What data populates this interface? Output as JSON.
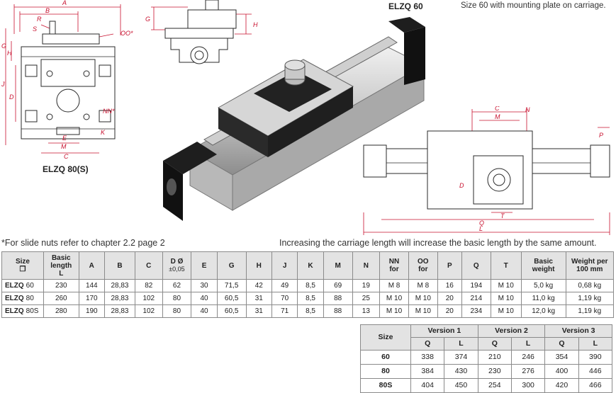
{
  "labels": {
    "elzq60": "ELZQ 60",
    "caption60": "Size 60 with mounting plate on carriage.",
    "elzq80": "ELZQ 80(S)",
    "slide_note": "*For slide nuts refer to chapter 2.2 page 2",
    "carriage_note": "Increasing the carriage length will increase the basic length by the same amount."
  },
  "dims": {
    "A": "A",
    "B": "B",
    "C": "C",
    "D": "D",
    "E": "E",
    "G": "G",
    "H": "H",
    "J": "J",
    "K": "K",
    "L": "L",
    "M": "M",
    "N": "N",
    "NN": "NN*",
    "OO": "OO*",
    "P": "P",
    "Q": "Q",
    "R": "R",
    "S": "S",
    "T": "T"
  },
  "specs": {
    "headers": [
      {
        "l1": "Size",
        "l2": "❐",
        "l3": ""
      },
      {
        "l1": "Basic",
        "l2": "length",
        "l3": "L"
      },
      {
        "l1": "A",
        "l2": "",
        "l3": ""
      },
      {
        "l1": "B",
        "l2": "",
        "l3": ""
      },
      {
        "l1": "C",
        "l2": "",
        "l3": ""
      },
      {
        "l1": "D Ø",
        "l2": "±0,05",
        "l3": ""
      },
      {
        "l1": "E",
        "l2": "",
        "l3": ""
      },
      {
        "l1": "G",
        "l2": "",
        "l3": ""
      },
      {
        "l1": "H",
        "l2": "",
        "l3": ""
      },
      {
        "l1": "J",
        "l2": "",
        "l3": ""
      },
      {
        "l1": "K",
        "l2": "",
        "l3": ""
      },
      {
        "l1": "M",
        "l2": "",
        "l3": ""
      },
      {
        "l1": "N",
        "l2": "",
        "l3": ""
      },
      {
        "l1": "NN",
        "l2": "for",
        "l3": ""
      },
      {
        "l1": "OO",
        "l2": "for",
        "l3": ""
      },
      {
        "l1": "P",
        "l2": "",
        "l3": ""
      },
      {
        "l1": "Q",
        "l2": "",
        "l3": ""
      },
      {
        "l1": "T",
        "l2": "",
        "l3": ""
      },
      {
        "l1": "Basic",
        "l2": "weight",
        "l3": ""
      },
      {
        "l1": "Weight per",
        "l2": "100 mm",
        "l3": ""
      }
    ],
    "rows": [
      {
        "model": "ELZQ",
        "size": "60",
        "cells": [
          "230",
          "144",
          "28,83",
          "82",
          "62",
          "30",
          "71,5",
          "42",
          "49",
          "8,5",
          "69",
          "19",
          "M 8",
          "M 8",
          "16",
          "194",
          "M 10",
          "5,0 kg",
          "0,68 kg"
        ]
      },
      {
        "model": "ELZQ",
        "size": "80",
        "cells": [
          "260",
          "170",
          "28,83",
          "102",
          "80",
          "40",
          "60,5",
          "31",
          "70",
          "8,5",
          "88",
          "25",
          "M 10",
          "M 10",
          "20",
          "214",
          "M 10",
          "11,0 kg",
          "1,19 kg"
        ]
      },
      {
        "model": "ELZQ",
        "size": "80S",
        "cells": [
          "280",
          "190",
          "28,83",
          "102",
          "80",
          "40",
          "60,5",
          "31",
          "71",
          "8,5",
          "88",
          "13",
          "M 10",
          "M 10",
          "20",
          "234",
          "M 10",
          "12,0 kg",
          "1,19 kg"
        ]
      }
    ]
  },
  "versions": {
    "size_label": "Size",
    "groups": [
      "Version 1",
      "Version 2",
      "Version 3"
    ],
    "sub": [
      "Q",
      "L",
      "Q",
      "L",
      "Q",
      "L"
    ],
    "rows": [
      {
        "size": "60",
        "cells": [
          "338",
          "374",
          "210",
          "246",
          "354",
          "390"
        ]
      },
      {
        "size": "80",
        "cells": [
          "384",
          "430",
          "230",
          "276",
          "400",
          "446"
        ]
      },
      {
        "size": "80S",
        "cells": [
          "404",
          "450",
          "254",
          "300",
          "420",
          "466"
        ]
      }
    ]
  }
}
